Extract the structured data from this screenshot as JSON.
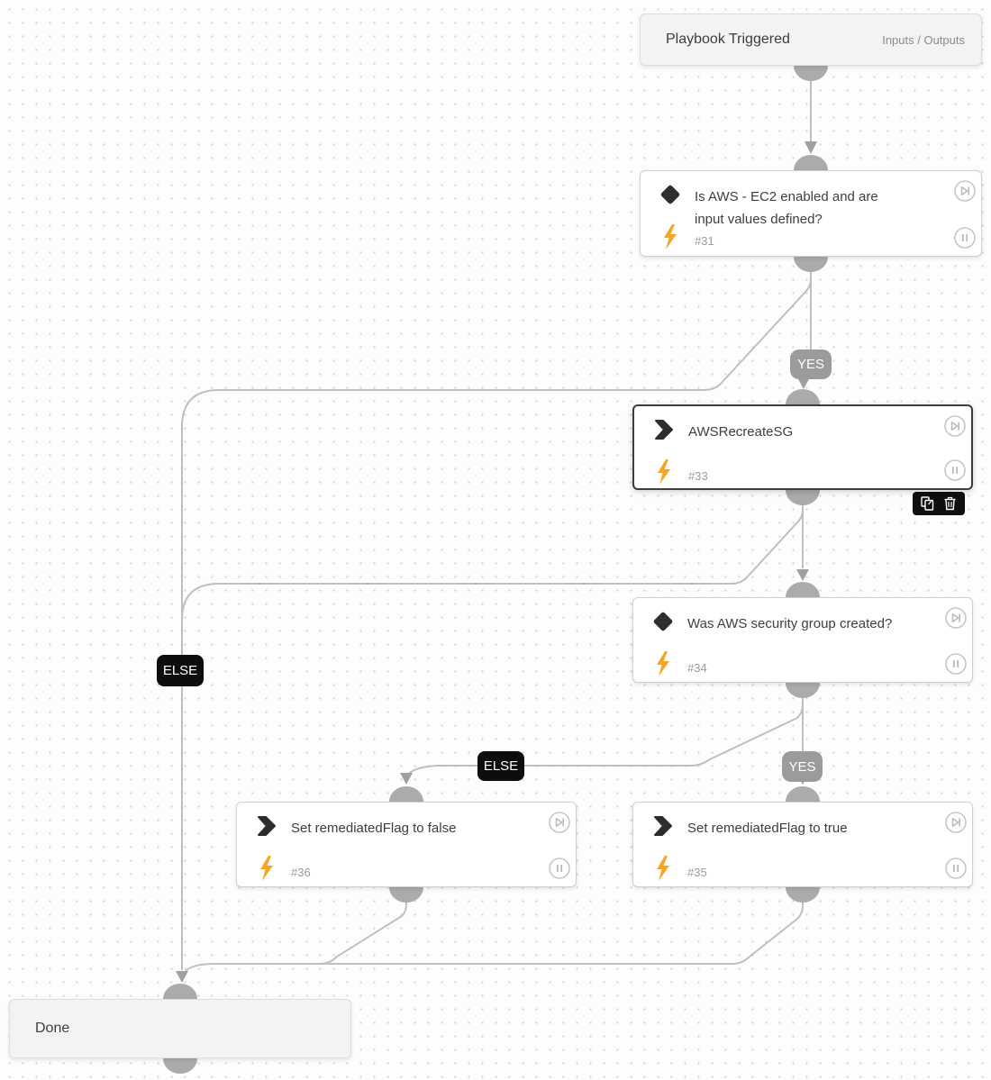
{
  "nodes": {
    "playbook_triggered": {
      "title": "Playbook Triggered",
      "link": "Inputs / Outputs"
    },
    "decision_31": {
      "title": "Is AWS - EC2 enabled and are input values defined?",
      "id": "#31"
    },
    "action_33": {
      "title": "AWSRecreateSG",
      "id": "#33"
    },
    "decision_34": {
      "title": "Was AWS security group created?",
      "id": "#34"
    },
    "action_35": {
      "title": "Set remediatedFlag to true",
      "id": "#35"
    },
    "action_36": {
      "title": "Set remediatedFlag to false",
      "id": "#36"
    },
    "end": {
      "title": "Done"
    }
  },
  "branch_labels": {
    "yes_31": "YES",
    "else_31": "ELSE",
    "yes_34": "YES",
    "else_34": "ELSE"
  },
  "icons": {
    "decision": "black-diamond",
    "action": "bold-chevron-right",
    "lightning": "orange-bolt",
    "skip_playback": "play-to-bar-circle",
    "pause": "pause-circle",
    "copy": "duplicate-pages",
    "trash": "trash-can"
  },
  "colors": {
    "accent_orange": "#F6A623",
    "selected_border": "#3D3D3D",
    "badge_yes_bg": "#9B9B9B",
    "badge_else_bg": "#0D0D0D",
    "edge_line": "#BFBFBF",
    "connector_dome": "#ABABAB",
    "arrowhead": "#A0A0A0",
    "node_border": "#CFCFCF",
    "terminal_bg": "#F3F3F3"
  }
}
